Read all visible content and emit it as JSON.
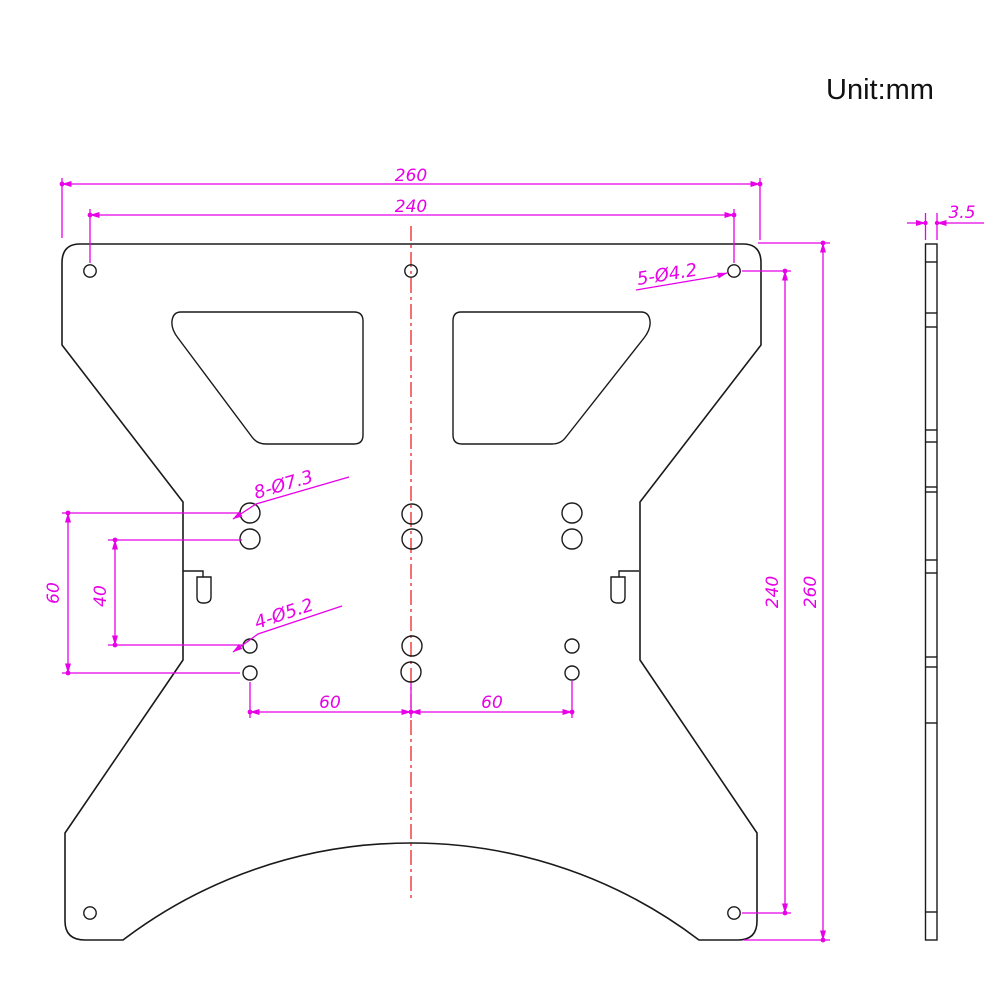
{
  "unit_label": "Unit:mm",
  "colors": {
    "dimension": "#e800e8",
    "outline": "#1a1a1a",
    "centerline": "#ee1111",
    "background": "#ffffff"
  },
  "front_view": {
    "dims": {
      "top_outer": "260",
      "top_inner": "240",
      "left_outer": "60",
      "left_inner": "40",
      "bottom_left": "60",
      "bottom_right": "60",
      "right_inner": "240",
      "right_outer": "260"
    },
    "callouts": {
      "corner_holes": "5-Ø4.2",
      "large_holes": "8-Ø7.3",
      "small_holes": "4-Ø5.2"
    }
  },
  "side_view": {
    "thickness": "3.5"
  }
}
